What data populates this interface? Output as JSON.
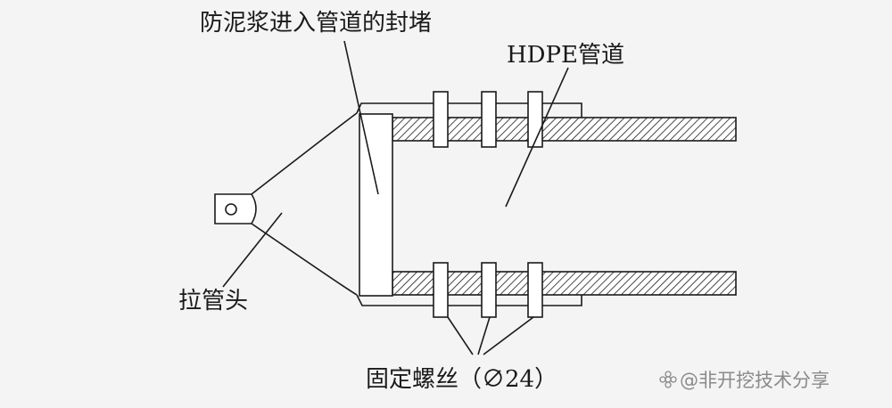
{
  "labels": {
    "plug": "防泥浆进入管道的封堵",
    "pipe": "HDPE管道",
    "head": "拉管头",
    "bolt": "固定螺丝（∅24）"
  },
  "watermark": "@非开挖技术分享",
  "icons": {
    "watermark": "flower-icon"
  },
  "colors": {
    "line": "#1a1a1a",
    "background": "#f4f4f4",
    "watermark": "#8a8a8a"
  }
}
